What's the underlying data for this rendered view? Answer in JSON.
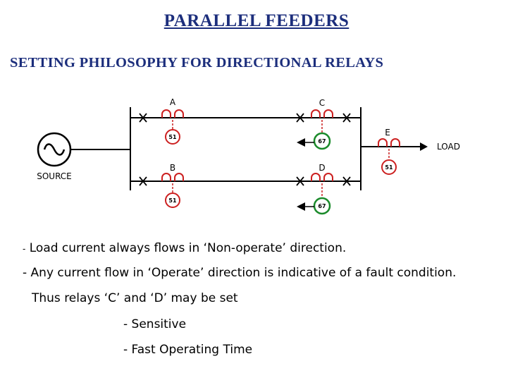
{
  "title": "PARALLEL FEEDERS",
  "subtitle": "SETTING PHILOSOPHY FOR DIRECTIONAL RELAYS",
  "diagram": {
    "source_label": "SOURCE",
    "load_label": "LOAD",
    "ct_labels": {
      "a": "A",
      "b": "B",
      "c": "C",
      "d": "D",
      "e": "E"
    },
    "relays": {
      "a": "51",
      "b": "51",
      "c": "67",
      "d": "67",
      "e": "51"
    },
    "colors": {
      "ct_red": "#cc2020",
      "relay51": "#cc2020",
      "relay67": "#1a8a2a",
      "line": "#000000"
    }
  },
  "notes": {
    "line1_dash": "-",
    "line1_text": "Load current always flows in ‘Non-operate’ direction.",
    "line2": "- Any  current flow in ‘Operate’ direction is indicative of a fault condition.",
    "line3": "Thus relays ‘C’ and ‘D’ may be set",
    "bullet1": "-  Sensitive",
    "bullet2": "-  Fast Operating Time"
  }
}
